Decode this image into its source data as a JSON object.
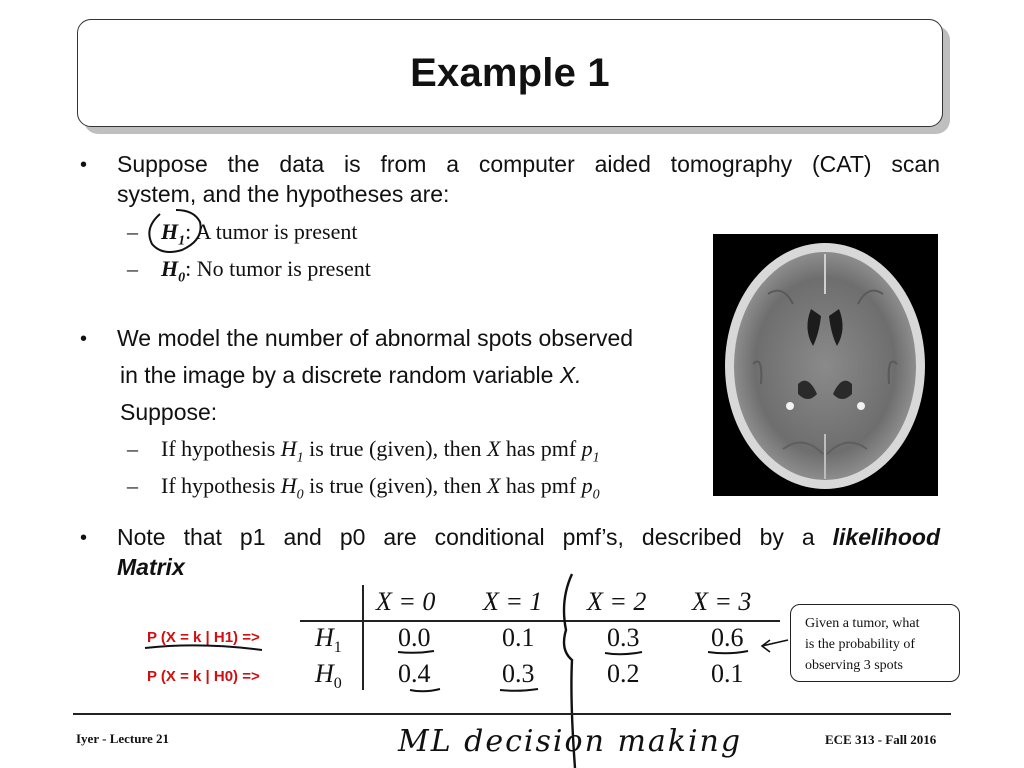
{
  "title": "Example 1",
  "bullets": {
    "b1_line1": "Suppose the data is from a computer aided tomography (CAT) scan",
    "b1_line2": "system, and the hypotheses are:",
    "h1_sym": "H",
    "h1_sub": "1",
    "h1_text": ": A tumor is present",
    "h0_sym": "H",
    "h0_sub": "0",
    "h0_text": ": No tumor is present",
    "b2_line1": "We model the number of abnormal spots observed",
    "b2_line2_a": "in the image by a discrete random variable ",
    "b2_line2_x": "X.",
    "b2_line3": "Suppose:",
    "if1_a": "If hypothesis ",
    "if1_h": "H",
    "if1_hsub": "1",
    "if1_b": " is true (given), then ",
    "if1_x": "X",
    "if1_c": " has pmf ",
    "if1_p": "p",
    "if1_psub": "1",
    "if0_a": "If hypothesis ",
    "if0_h": "H",
    "if0_hsub": "0",
    "if0_b": " is true (given), then ",
    "if0_x": "X",
    "if0_c": " has pmf ",
    "if0_p": "p",
    "if0_psub": "0",
    "b3_line1_a": "Note that p1 and p0 are conditional pmf’s, described by a ",
    "b3_line1_b": "likelihood",
    "b3_line2": "Matrix",
    "bullet_char": "•",
    "dash_char": "–"
  },
  "table": {
    "headers": [
      "X = 0",
      "X = 1",
      "X = 2",
      "X = 3"
    ],
    "rows": [
      {
        "label_main": "H",
        "label_sub": "1",
        "side": "P (X = k | H1) =>",
        "values": [
          "0.0",
          "0.1",
          "0.3",
          "0.6"
        ]
      },
      {
        "label_main": "H",
        "label_sub": "0",
        "side": "P (X = k | H0) =>",
        "values": [
          "0.4",
          "0.3",
          "0.2",
          "0.1"
        ]
      }
    ]
  },
  "callout": {
    "line1": "Given a tumor, what",
    "line2": "is the probability of",
    "line3": "observing 3 spots"
  },
  "handwritten": "ML decision making",
  "footer": {
    "left": "Iyer  - Lecture 21",
    "right": "ECE 313 - Fall 2016"
  },
  "colors": {
    "red_label": "#d01010",
    "ink": "#111111"
  }
}
